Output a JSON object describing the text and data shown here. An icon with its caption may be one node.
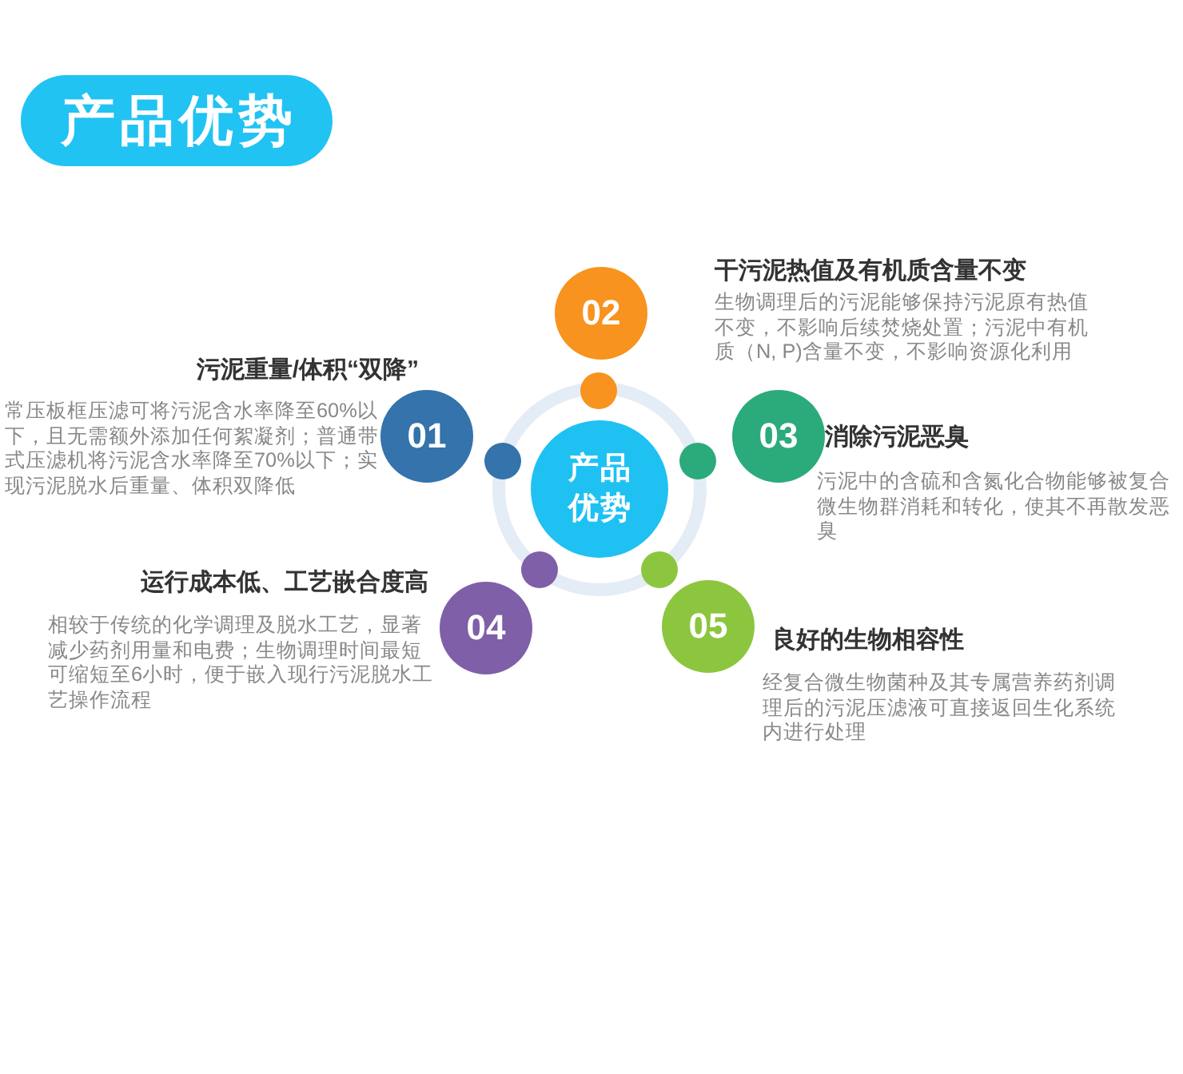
{
  "diagram": {
    "title": "产品优势",
    "nodes": [
      {
        "text": [
          "产品优势"
        ]
      },
      {
        "text": [
          "01"
        ],
        "beside": [
          "污泥重量/体积“双降”",
          "常压板框压滤可将污泥含水率降至60%以下，且无需额外添加任何絮凝剂；普通带式压滤机将污泥含水率降至70%以下；实现污泥脱水后重量、体积双降低"
        ]
      },
      {
        "text": [
          "02"
        ],
        "beside": [
          "干污泥热值及有机质含量不变",
          "生物调理后的污泥能够保持污泥原有热值不变，不影响后续焚烧处置；污泥中有机质（N, P)含量不变，不影响资源化利用"
        ]
      },
      {
        "text": [
          "03"
        ],
        "beside": [
          "消除污泥恶臭",
          "污泥中的含硫和含氮化合物能够被复合微生物群消耗和转化，使其不再散发恶臭"
        ]
      },
      {
        "text": [
          "04"
        ],
        "beside": [
          "运行成本低、工艺嵌合度高",
          "相较于传统的化学调理及脱水工艺，显著减少药剂用量和电费；生物调理时间最短可缩短至6小时，便于嵌入现行污泥脱水工艺操作流程"
        ]
      },
      {
        "text": [
          "05"
        ],
        "beside": [
          "良好的生物相容性",
          "经复合微生物菌种及其专属营养药剂调理后的污泥压滤液可直接返回生化系统内进行处理"
        ]
      },
      {
        "text": [],
        "shape": "circle"
      },
      {
        "text": [],
        "shape": "circle"
      },
      {
        "text": [],
        "shape": "circle"
      },
      {
        "text": [],
        "shape": "circle"
      },
      {
        "text": [],
        "shape": "circle"
      }
    ]
  }
}
